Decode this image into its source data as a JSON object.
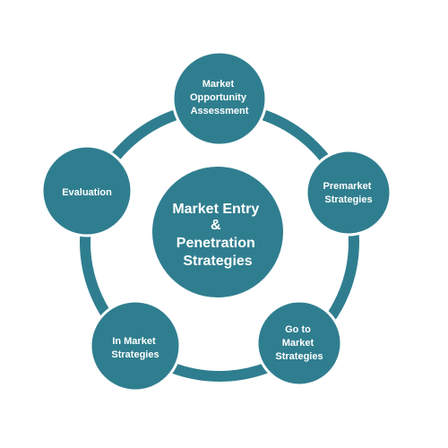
{
  "diagram": {
    "colors": {
      "ring": "#2f7e8f",
      "node_fill": "#2f7e8f",
      "node_border": "#ffffff",
      "label": "#ffffff",
      "background": "#ffffff"
    },
    "center": {
      "lines": [
        "Market Entry",
        "&",
        "Penetration",
        "Strategies"
      ]
    },
    "nodes": [
      {
        "id": "market-opportunity-assessment",
        "lines": [
          "Market",
          "Opportunity",
          "Assessment"
        ]
      },
      {
        "id": "premarket-strategies",
        "lines": [
          "Premarket",
          "Strategies"
        ]
      },
      {
        "id": "go-to-market-strategies",
        "lines": [
          "Go to",
          "Market",
          "Strategies"
        ]
      },
      {
        "id": "in-market-strategies",
        "lines": [
          "In Market",
          "Strategies"
        ]
      },
      {
        "id": "evaluation",
        "lines": [
          "Evaluation"
        ]
      }
    ]
  }
}
